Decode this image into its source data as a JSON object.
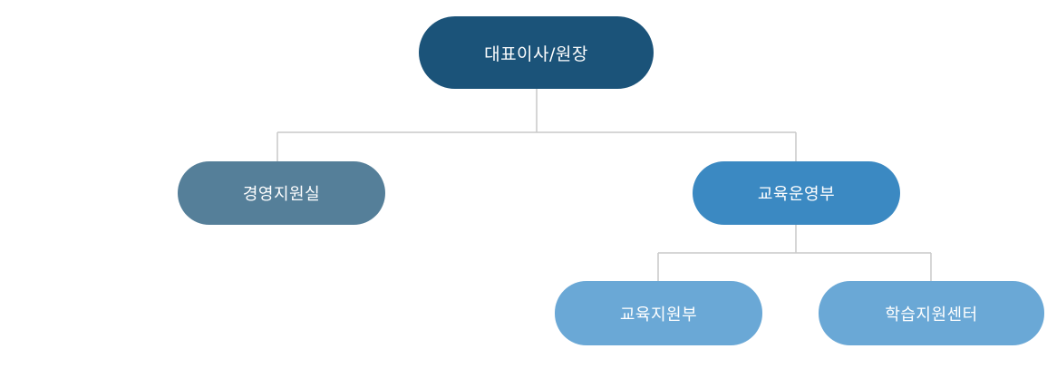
{
  "colors": {
    "ceo": "#1b5379",
    "management": "#557f99",
    "education_ops": "#3b89c2",
    "sub_unit": "#6aa8d6",
    "connector": "#c8c8c8"
  },
  "nodes": {
    "ceo": {
      "label": "대표이사/원장"
    },
    "management": {
      "label": "경영지원실"
    },
    "education_ops": {
      "label": "교육운영부"
    },
    "education_support": {
      "label": "교육지원부"
    },
    "learning_center": {
      "label": "학습지원센터"
    }
  }
}
